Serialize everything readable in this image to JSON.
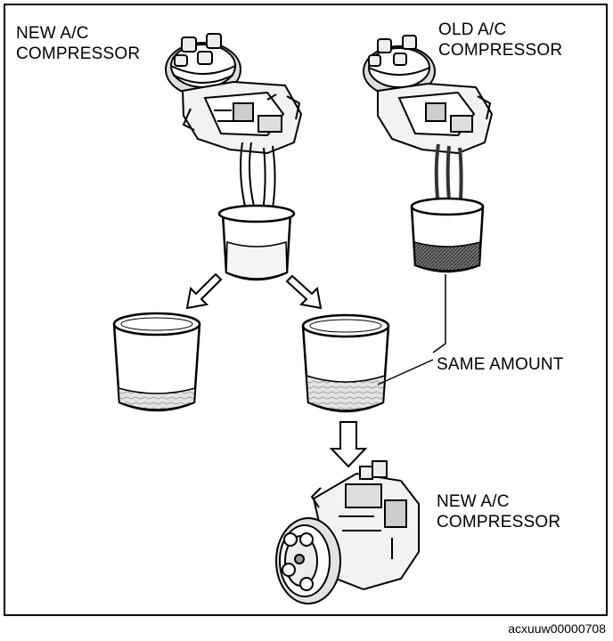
{
  "labels": {
    "new_compressor_top_line1": "NEW A/C",
    "new_compressor_top_line2": "COMPRESSOR",
    "old_compressor_line1": "OLD A/C",
    "old_compressor_line2": "COMPRESSOR",
    "same_amount": "SAME AMOUNT",
    "new_compressor_bottom_line1": "NEW A/C",
    "new_compressor_bottom_line2": "COMPRESSOR"
  },
  "figure_code": "acxuuw00000708",
  "colors": {
    "ink": "#000000",
    "paper": "#ffffff",
    "oil_light": "#d9d9d9",
    "oil_dark": "#555555"
  }
}
